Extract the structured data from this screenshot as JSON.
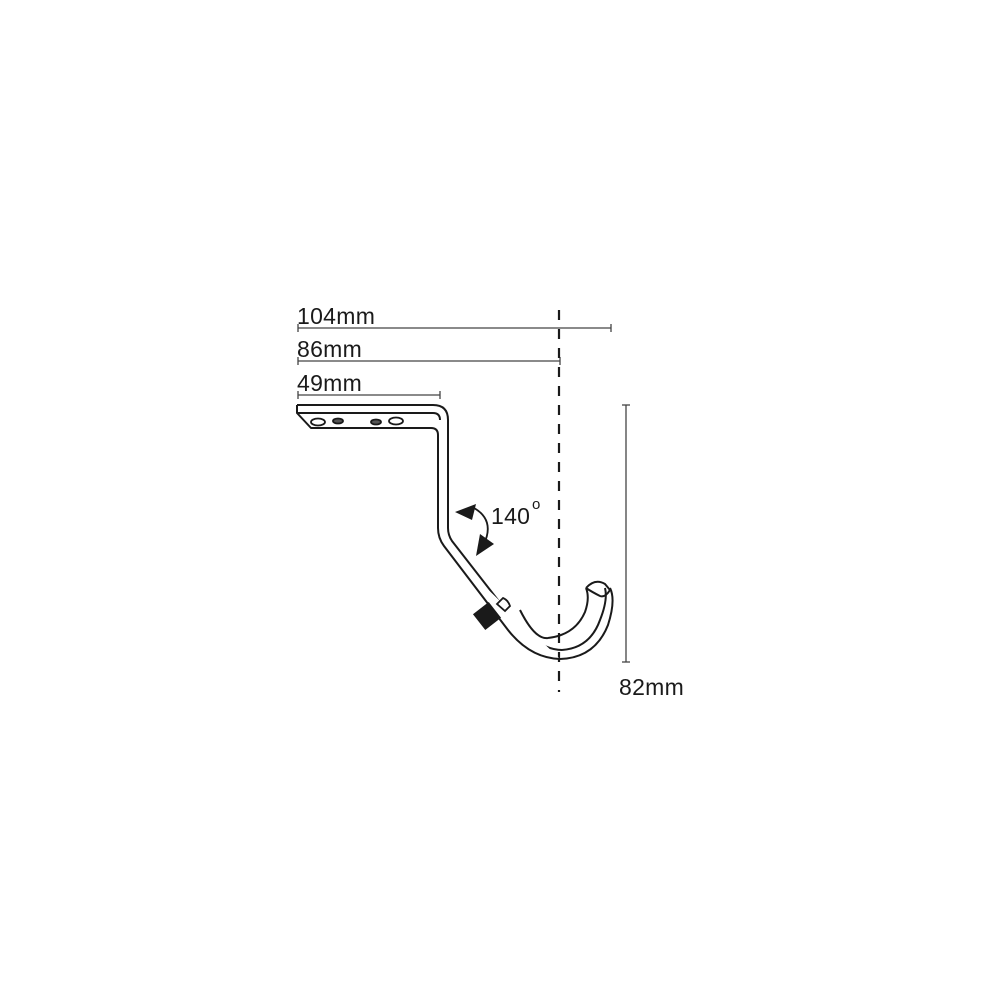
{
  "diagram": {
    "subject": "curtain rod bracket with hook",
    "colors": {
      "line": "#1a1a1a",
      "dimension_line": "#444444",
      "background": "#ffffff"
    },
    "dimensions": {
      "width_total": "104mm",
      "width_to_center": "86mm",
      "mount_plate_width": "49mm",
      "height": "82mm"
    },
    "angle": {
      "value": "140",
      "unit": "o"
    }
  }
}
